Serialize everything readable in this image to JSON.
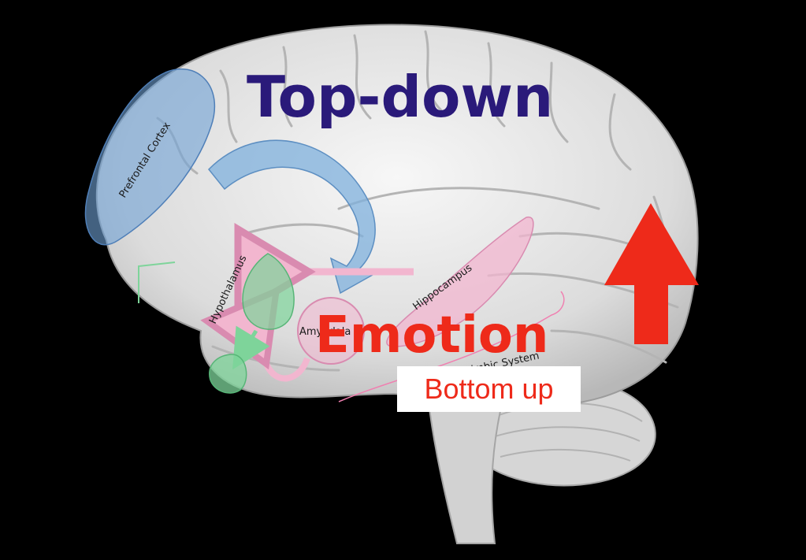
{
  "labels": {
    "top_down": "Top-down",
    "emotion": "Emotion",
    "bottom_up": "Bottom up",
    "prefrontal_cortex": "Prefrontal Cortex",
    "hypothalamus": "Hypothalamus",
    "hippocampus": "Hippocampus",
    "amygdala": "Amygdala",
    "limbic_system": "Limbic System"
  },
  "colors": {
    "background": "#000000",
    "brain": "#e8e8e8",
    "top_down_text": "#2a1a7a",
    "emotion_text": "#ee2a1a",
    "up_arrow": "#ee2a1a",
    "prefrontal_fill": "#6fa2d6",
    "top_down_arrow": "#7fb0dc",
    "hypothalamus_fill": "#7ed49a",
    "hippocampus_fill": "#f2b6cf",
    "amygdala_outline": "#d98bb0",
    "limbic_line": "#f07fb0"
  },
  "icons": {
    "up_arrow": "up-arrow-icon",
    "curved_arrow": "curved-arrow-icon"
  }
}
